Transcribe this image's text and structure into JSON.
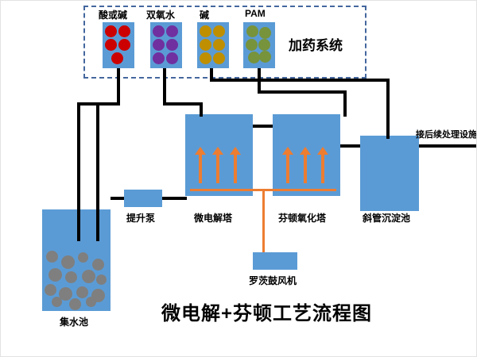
{
  "title": "微电解+芬顿工艺流程图",
  "dosing": {
    "system_label": "加药系统",
    "tanks": [
      {
        "label": "酸或碱",
        "dot_color": "#cc0000"
      },
      {
        "label": "双氧水",
        "dot_color": "#7030a0"
      },
      {
        "label": "碱",
        "dot_color": "#bf8f00"
      },
      {
        "label": "PAM",
        "dot_color": "#77933c"
      }
    ]
  },
  "units": {
    "collection_tank": "集水池",
    "lift_pump": "提升泵",
    "micro_electrolysis_tower": "微电解塔",
    "fenton_oxidation_tower": "芬顿氧化塔",
    "sedimentation_tank": "斜管沉淀池",
    "roots_blower": "罗茨鼓风机"
  },
  "annotations": {
    "outlet_note": "接后续处理设施"
  },
  "colors": {
    "vessel_blue": "#5b9bd5",
    "pipe_black": "#000000",
    "air_orange": "#ed7d31",
    "sludge_gray": "#7f7f7f",
    "dashed_border": "#44679e"
  }
}
